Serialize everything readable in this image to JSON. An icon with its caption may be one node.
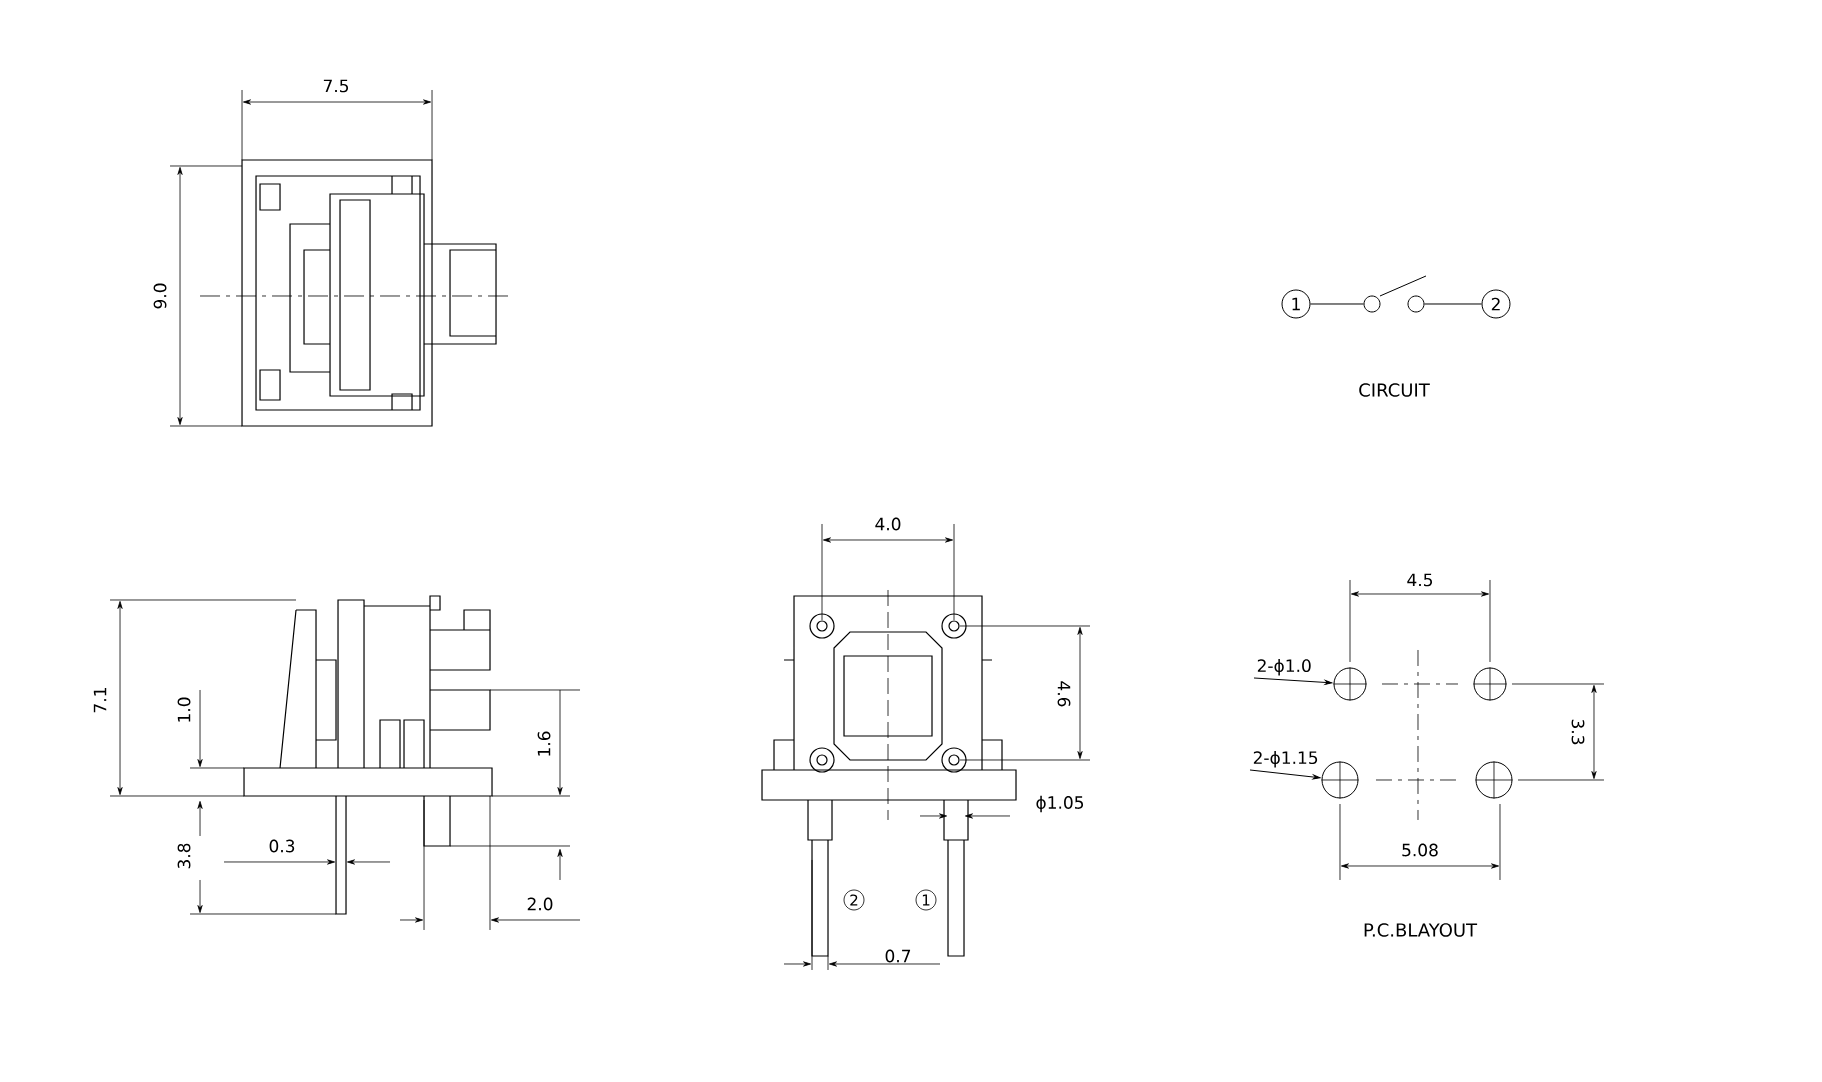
{
  "diagram": {
    "nodes": [
      {
        "text": [
          "1"
        ]
      },
      {
        "text": [],
        "shape": "circle"
      },
      {
        "text": [],
        "shape": "circle"
      },
      {
        "text": [
          "2"
        ]
      },
      {
        "text": [
          "2-ϕ1.0"
        ]
      },
      {
        "text": [],
        "shape": "circle"
      },
      {
        "text": [],
        "shape": "circle"
      },
      {
        "text": [
          "2-ϕ1.15"
        ]
      },
      {
        "text": [],
        "shape": "circle"
      },
      {
        "text": [],
        "shape": "circle"
      }
    ],
    "edges": [
      {
        "from": 0,
        "to": 1,
        "arrow": "none"
      },
      {
        "from": 2,
        "to": 3,
        "arrow": "none"
      },
      {
        "from": 4,
        "to": 5,
        "arrow": "to"
      },
      {
        "from": 7,
        "to": 8,
        "arrow": "to"
      }
    ],
    "labels": [
      "7.5",
      "9.0",
      "CIRCUIT",
      "4.0",
      "4.5",
      "7.1",
      "1.0",
      "1.6",
      "4.6",
      "3.3",
      "ϕ1.05",
      "3.8",
      "0.3",
      "2",
      "1",
      "5.08",
      "2.0",
      "0.7",
      "P.C.BLAYOUT"
    ]
  }
}
